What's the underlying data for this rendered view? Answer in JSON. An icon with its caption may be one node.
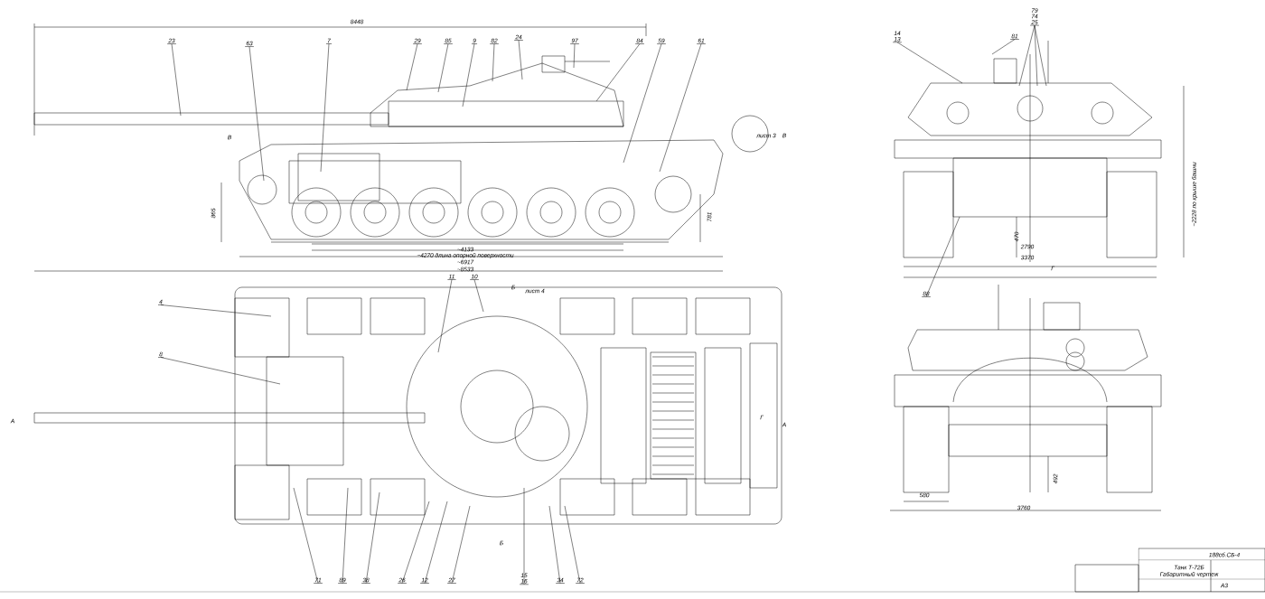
{
  "diagram": {
    "nodes": [
      {
        "text": [
          "23"
        ]
      },
      {
        "text": [
          "63"
        ]
      },
      {
        "text": [
          "7"
        ]
      },
      {
        "text": [
          "29"
        ]
      },
      {
        "text": [
          "85"
        ]
      },
      {
        "text": [
          "9"
        ]
      },
      {
        "text": [
          "82"
        ]
      },
      {
        "text": [
          "24"
        ]
      },
      {
        "text": [
          "97"
        ]
      },
      {
        "text": [
          "84"
        ]
      },
      {
        "text": [
          "59"
        ]
      },
      {
        "text": [
          "61"
        ]
      },
      {
        "text": [
          "4"
        ]
      },
      {
        "text": [
          "8"
        ]
      },
      {
        "text": [
          "11"
        ]
      },
      {
        "text": [
          "10"
        ]
      },
      {
        "text": [
          "71"
        ]
      },
      {
        "text": [
          "89"
        ]
      },
      {
        "text": [
          "38"
        ]
      },
      {
        "text": [
          "26"
        ]
      },
      {
        "text": [
          "12"
        ]
      },
      {
        "text": [
          "27"
        ]
      },
      {
        "text": [
          "15",
          "16"
        ]
      },
      {
        "text": [
          "34"
        ]
      },
      {
        "text": [
          "72"
        ]
      },
      {
        "text": [
          "14",
          "13"
        ]
      },
      {
        "text": [
          "81"
        ]
      },
      {
        "text": [
          "79",
          "74",
          "25"
        ]
      },
      {
        "text": [
          "88"
        ]
      }
    ],
    "edges": [
      {
        "from": 0,
        "to": null,
        "arrow": "none"
      },
      {
        "from": 1,
        "to": null,
        "arrow": "none"
      },
      {
        "from": 2,
        "to": null,
        "arrow": "none"
      },
      {
        "from": 3,
        "to": null,
        "arrow": "none"
      },
      {
        "from": 4,
        "to": null,
        "arrow": "none"
      },
      {
        "from": 5,
        "to": null,
        "arrow": "none"
      },
      {
        "from": 6,
        "to": null,
        "arrow": "none"
      },
      {
        "from": 7,
        "to": null,
        "arrow": "none"
      },
      {
        "from": 8,
        "to": null,
        "arrow": "none"
      },
      {
        "from": 9,
        "to": null,
        "arrow": "none"
      },
      {
        "from": 10,
        "to": null,
        "arrow": "none"
      },
      {
        "from": 11,
        "to": null,
        "arrow": "none"
      },
      {
        "from": 12,
        "to": null,
        "arrow": "none"
      },
      {
        "from": 13,
        "to": null,
        "arrow": "none"
      },
      {
        "from": 14,
        "to": null,
        "arrow": "none"
      },
      {
        "from": 15,
        "to": null,
        "arrow": "none"
      },
      {
        "from": 16,
        "to": null,
        "arrow": "none"
      },
      {
        "from": 17,
        "to": null,
        "arrow": "none"
      },
      {
        "from": 18,
        "to": null,
        "arrow": "none"
      },
      {
        "from": 19,
        "to": null,
        "arrow": "none"
      },
      {
        "from": 20,
        "to": null,
        "arrow": "none"
      },
      {
        "from": 21,
        "to": null,
        "arrow": "none"
      },
      {
        "from": 22,
        "to": null,
        "arrow": "none"
      },
      {
        "from": 23,
        "to": null,
        "arrow": "none"
      },
      {
        "from": 24,
        "to": null,
        "arrow": "none"
      },
      {
        "from": 25,
        "to": null,
        "arrow": "none"
      },
      {
        "from": 26,
        "to": null,
        "arrow": "none"
      },
      {
        "from": 27,
        "to": null,
        "arrow": "none"
      },
      {
        "from": 27,
        "to": null,
        "arrow": "none"
      },
      {
        "from": 27,
        "to": null,
        "arrow": "none"
      },
      {
        "from": 28,
        "to": null,
        "arrow": "none"
      }
    ],
    "labels": [
      "8448",
      "В",
      "лист 3",
      "В",
      "865",
      "781",
      "~4133",
      "~4270 длина опорной поверхности",
      "~6917",
      "~8533",
      "Б",
      "лист 4",
      "А",
      "Г",
      "А",
      "Б",
      "~2228 по крыше башни",
      "470",
      "2790",
      "3370",
      "Г",
      "492",
      "580",
      "3760",
      "188сб.СБ-4",
      "Танк Т-72Б",
      "Габаритный чертеж",
      "А3"
    ]
  }
}
